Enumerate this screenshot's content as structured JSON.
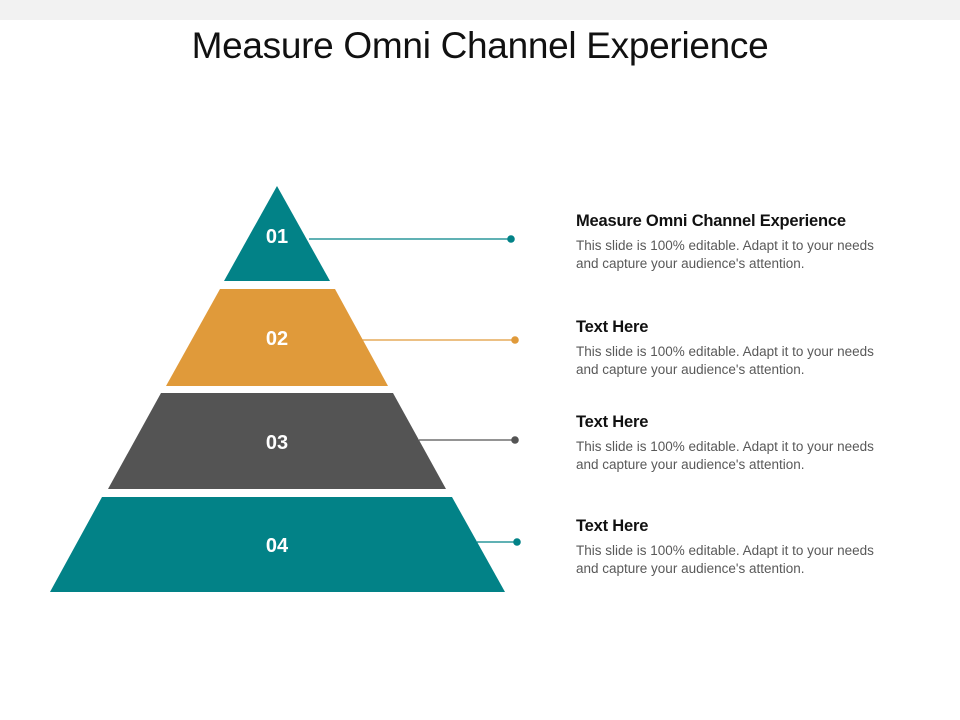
{
  "slide": {
    "title": "Measure Omni Channel Experience"
  },
  "colors": {
    "teal": "#028287",
    "orange": "#E09A3A",
    "dark_gray": "#545454",
    "top_band": "#F2F2F2"
  },
  "tiers": [
    {
      "number": "01",
      "color": "#028287",
      "heading": "Measure Omni Channel Experience",
      "body": "This slide is 100% editable. Adapt it to your needs and capture your audience's attention."
    },
    {
      "number": "02",
      "color": "#E09A3A",
      "heading": "Text Here",
      "body": "This slide is 100% editable. Adapt it to your needs and capture your audience's attention."
    },
    {
      "number": "03",
      "color": "#545454",
      "heading": "Text Here",
      "body": "This slide is 100% editable. Adapt it to your needs and capture your audience's attention."
    },
    {
      "number": "04",
      "color": "#028287",
      "heading": "Text Here",
      "body": "This slide is 100% editable. Adapt it to your needs and capture your audience's attention."
    }
  ]
}
